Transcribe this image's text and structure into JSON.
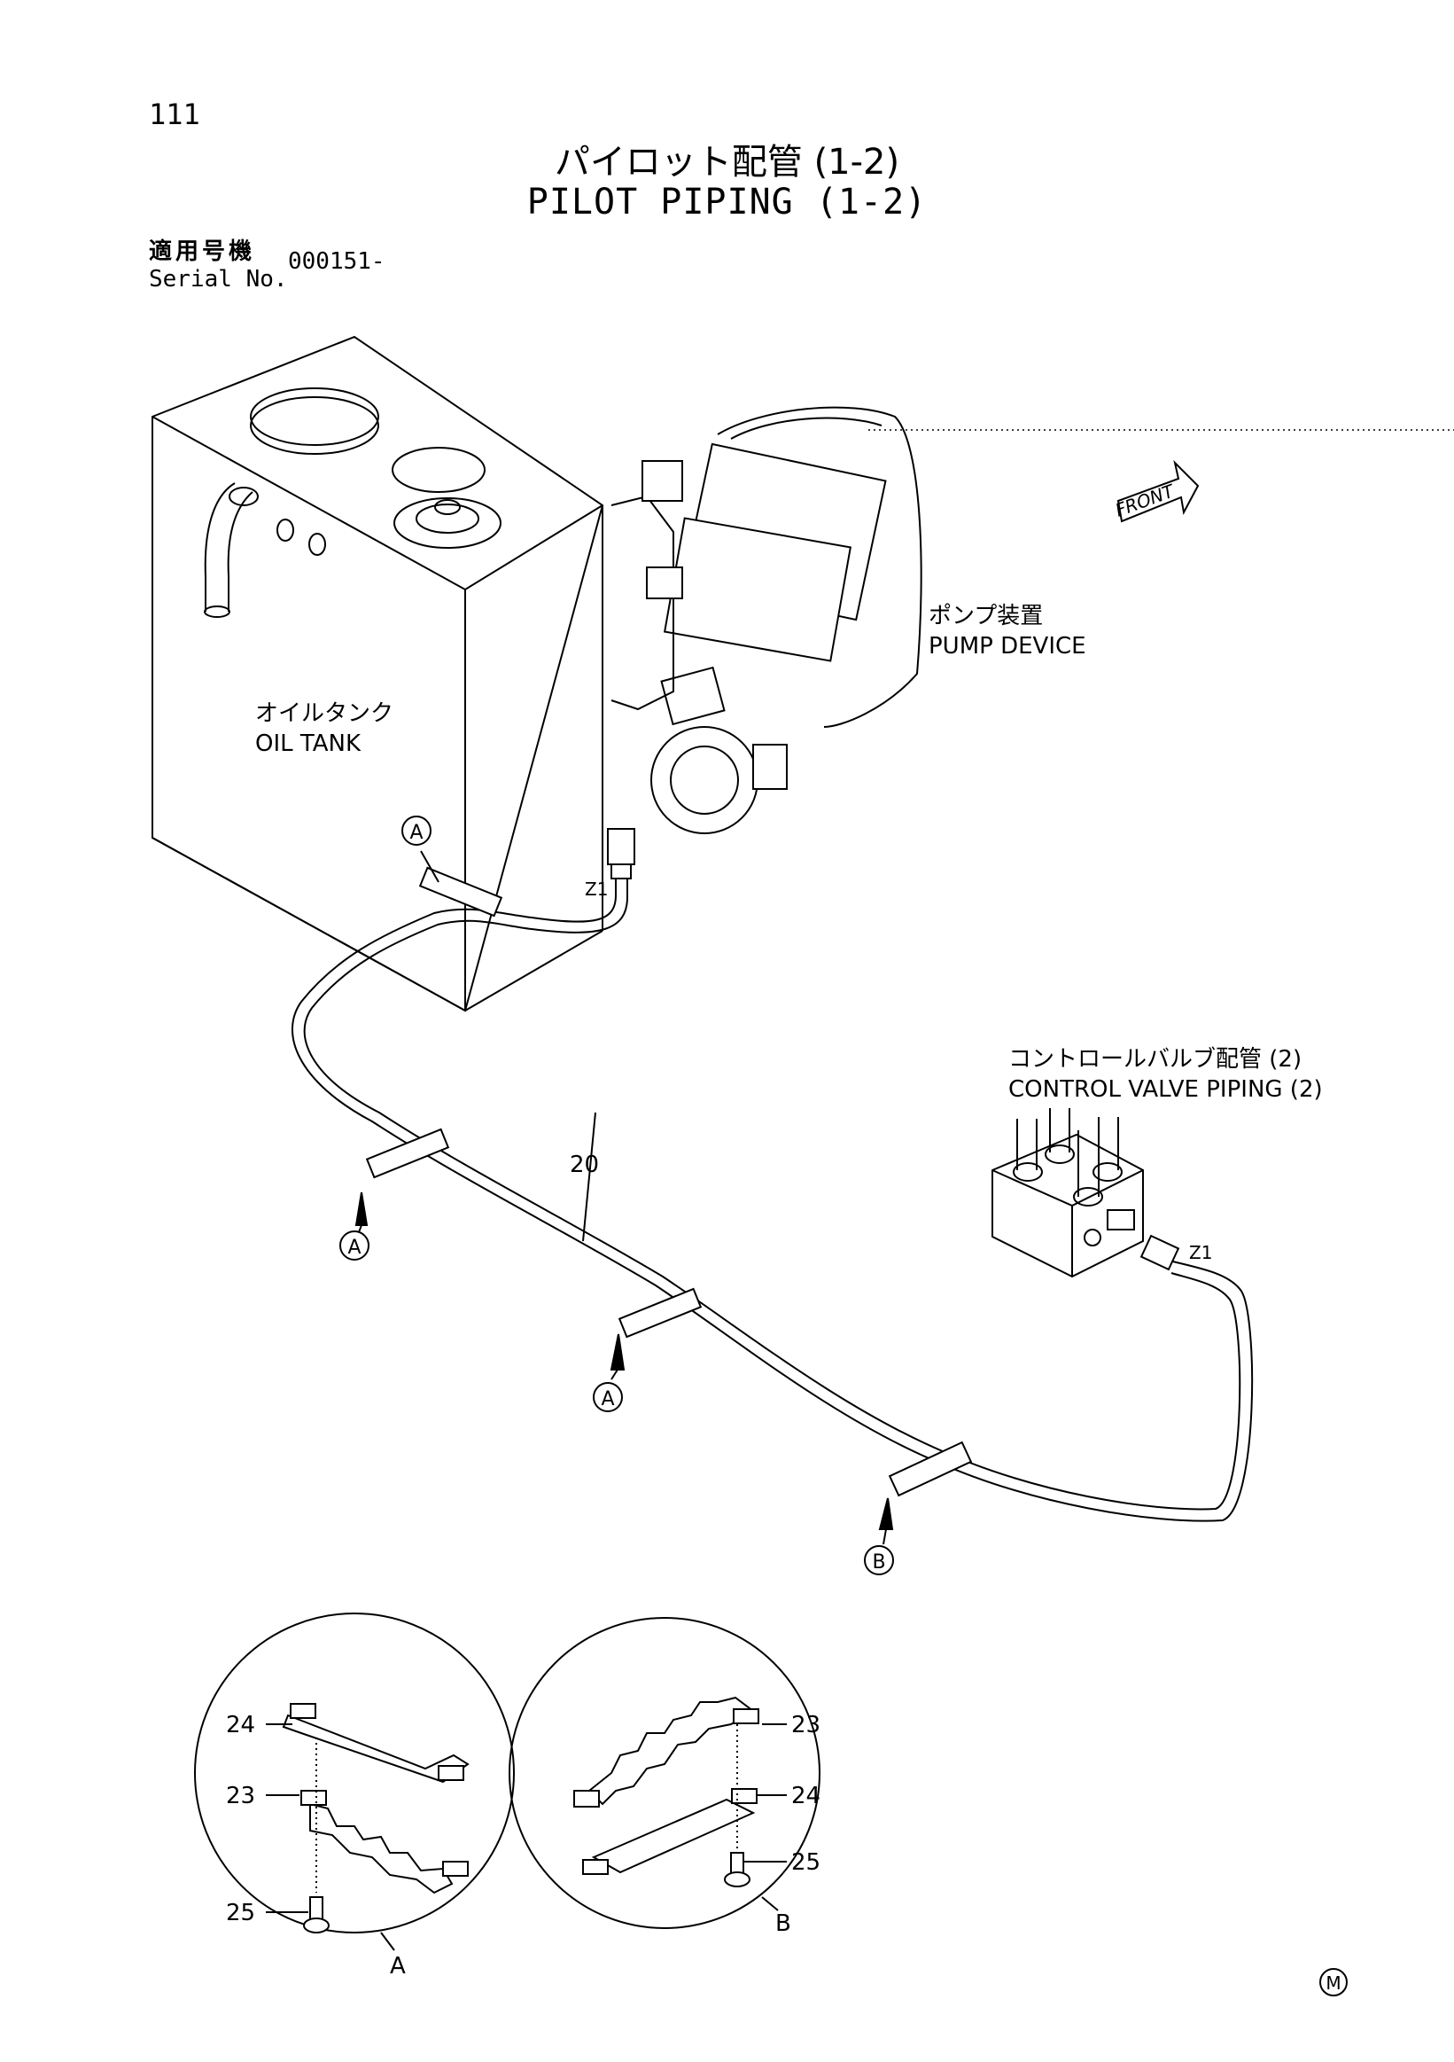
{
  "page_number": "111",
  "title": {
    "jp": "パイロット配管 (1-2)",
    "en": "PILOT PIPING (1-2)"
  },
  "serial": {
    "label_jp": "適用号機",
    "label_en": "Serial No.",
    "value": "000151-"
  },
  "components": {
    "oil_tank": {
      "jp": "オイルタンク",
      "en": "OIL TANK"
    },
    "pump_device": {
      "jp": "ポンプ装置",
      "en": "PUMP DEVICE"
    },
    "control_valve_piping": {
      "jp": "コントロールバルブ配管 (2)",
      "en": "CONTROL VALVE PIPING (2)"
    },
    "front": "FRONT"
  },
  "part_numbers": {
    "hose": "20",
    "clamp_lower": "23",
    "clamp_plate": "24",
    "bolt": "25"
  },
  "callouts": {
    "a": "A",
    "b": "B",
    "z1": "Z1"
  },
  "detail_labels": {
    "detail_a": "A",
    "detail_b": "B"
  },
  "corner_mark": "M"
}
